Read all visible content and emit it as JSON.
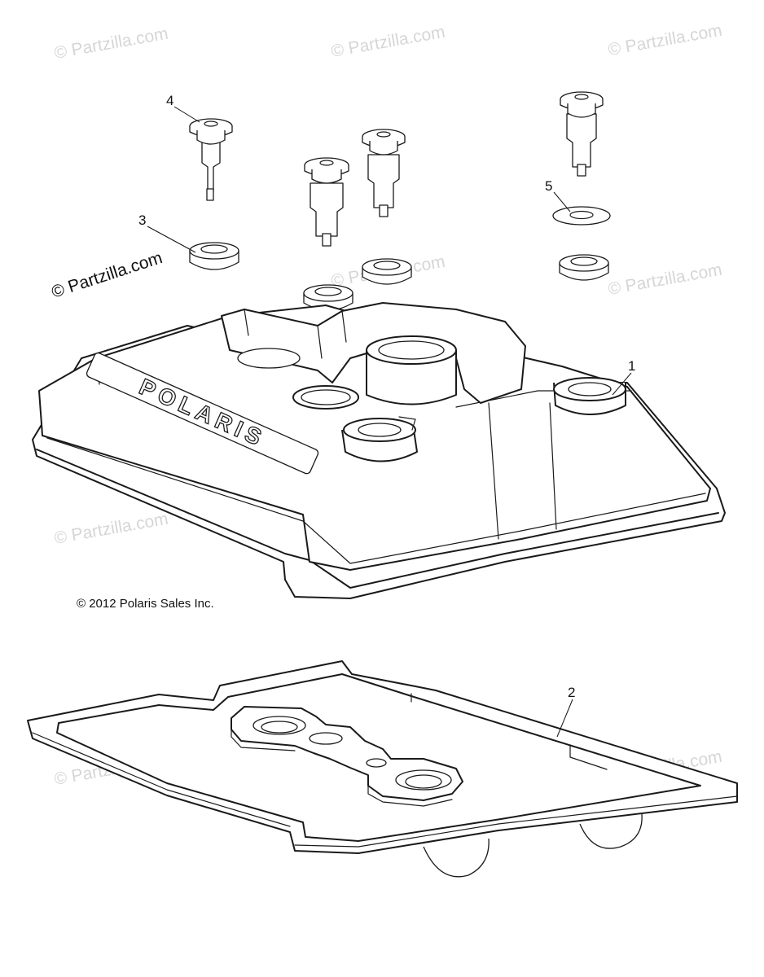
{
  "watermark": "© Partzilla.com",
  "copyright": "© 2012 Polaris Sales Inc.",
  "brand_logo_text": "POLARIS",
  "callouts": {
    "valve_cover": "1",
    "gasket": "2",
    "grommet": "3",
    "bolt": "4",
    "washer": "5"
  }
}
